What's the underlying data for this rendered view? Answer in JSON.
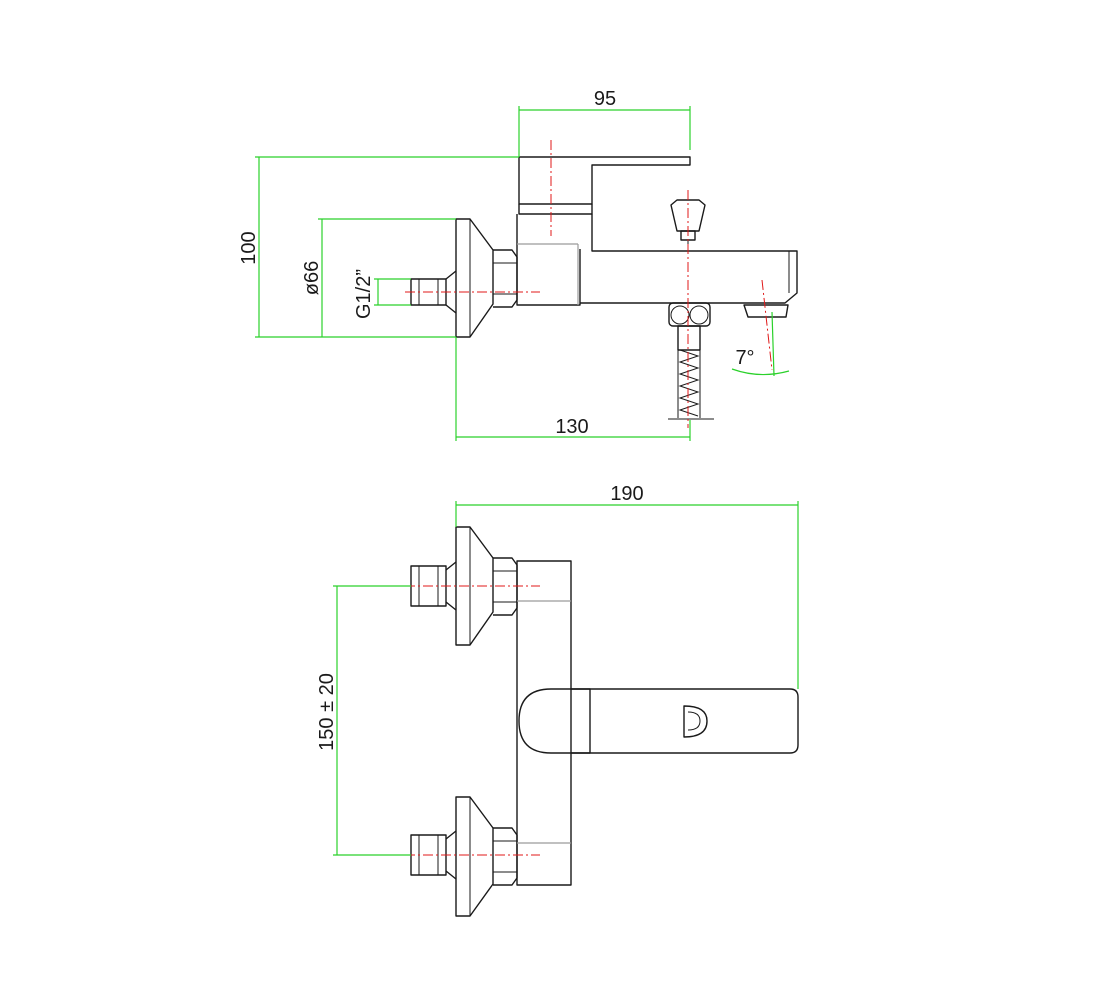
{
  "colors": {
    "outline": "#1a1a1a",
    "dimension_line": "#2bd12b",
    "center_line": "#e01818",
    "background": "#ffffff"
  },
  "side_view": {
    "dim_top_width": "95",
    "dim_height": "100",
    "dim_flange_diameter": "ø66",
    "dim_thread": "G1/2”",
    "dim_projection": "130",
    "dim_angle": "7°"
  },
  "top_view": {
    "dim_total_length": "190",
    "dim_centers": "150 ± 20"
  }
}
